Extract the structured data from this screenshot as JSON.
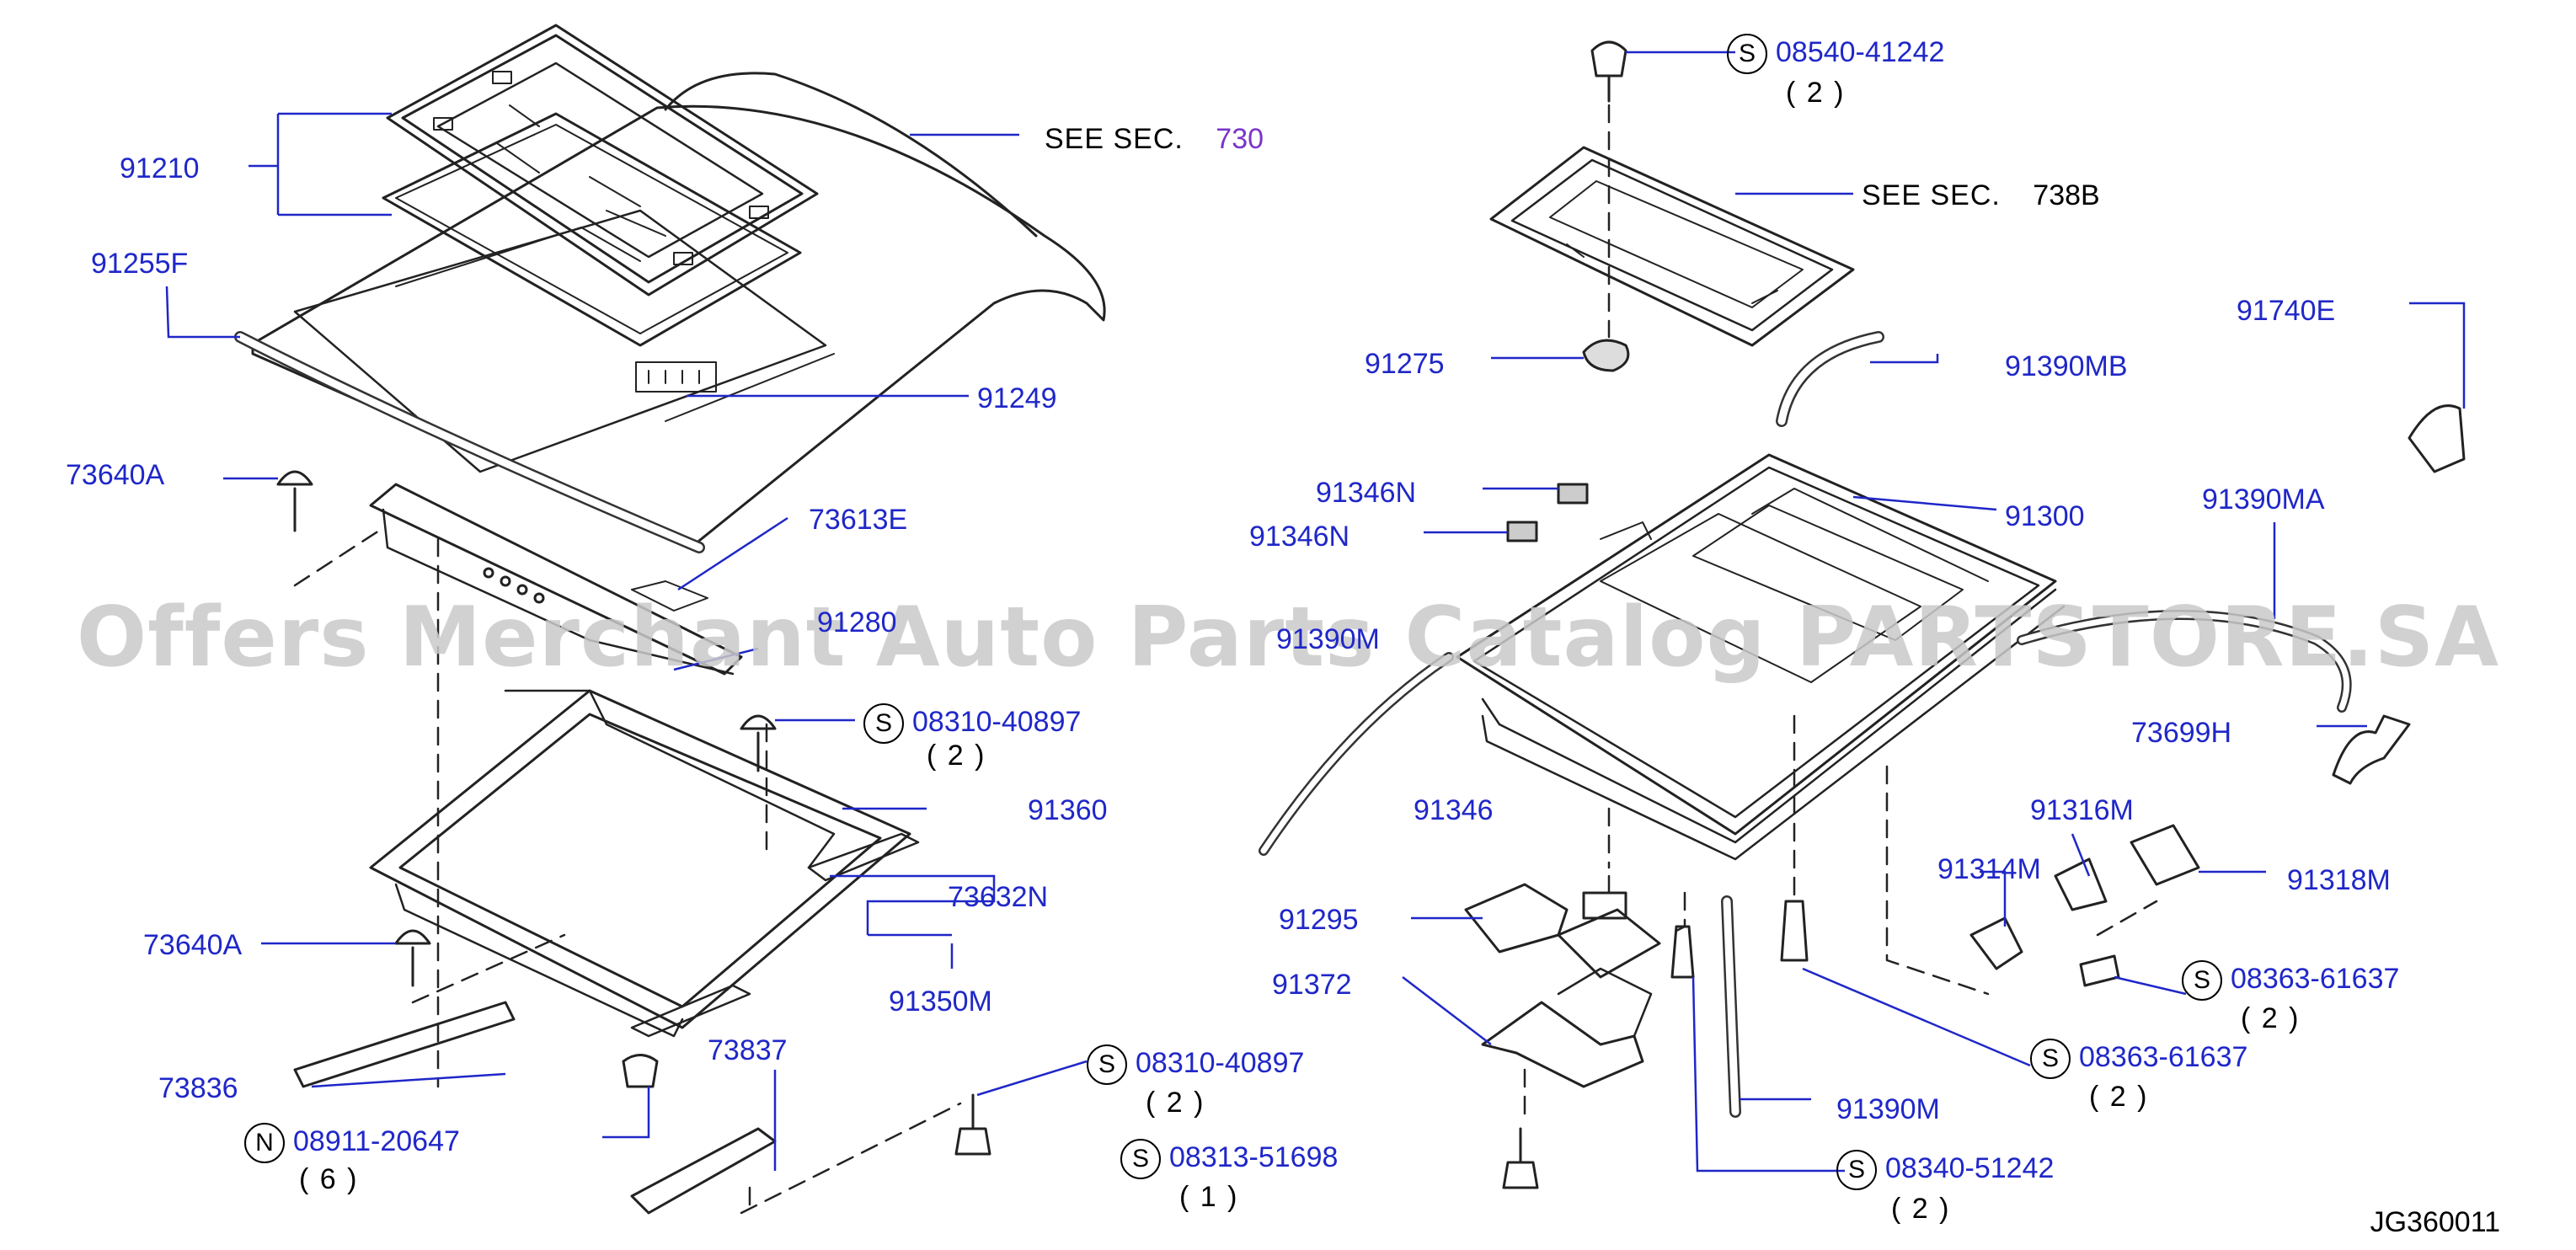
{
  "diagram": {
    "watermark": "Offers Merchant Auto Parts Catalog PARTSTORE.SA",
    "drawing_code": "JG360011",
    "colors": {
      "part_number": "#1f27c8",
      "section_link": "#7a35c9",
      "line": "#222222",
      "leader": "#1f27c8",
      "watermark": "#c9c9c9"
    },
    "see_sections": [
      {
        "prefix": "SEE   SEC.",
        "number": "730"
      },
      {
        "prefix": "SEE   SEC.",
        "number": "738B"
      }
    ],
    "part_labels": [
      "91210",
      "91255F",
      "91249",
      "73640A",
      "73613E",
      "91280",
      "91360",
      "73632N",
      "91350M",
      "73640A",
      "73836",
      "73837",
      "91275",
      "91390MB",
      "91740E",
      "91346N",
      "91346N",
      "91300",
      "91390MA",
      "91390M",
      "73699H",
      "91346",
      "91316M",
      "91314M",
      "91318M",
      "91295",
      "91372",
      "91390M"
    ],
    "fasteners": [
      {
        "symbol": "S",
        "number": "08540-41242",
        "qty": "( 2 )"
      },
      {
        "symbol": "S",
        "number": "08310-40897",
        "qty": "( 2 )"
      },
      {
        "symbol": "S",
        "number": "08310-40897",
        "qty": "( 2 )"
      },
      {
        "symbol": "S",
        "number": "08313-51698",
        "qty": "( 1 )"
      },
      {
        "symbol": "N",
        "number": "08911-20647",
        "qty": "( 6 )"
      },
      {
        "symbol": "S",
        "number": "08363-61637",
        "qty": "( 2 )"
      },
      {
        "symbol": "S",
        "number": "08363-61637",
        "qty": "( 2 )"
      },
      {
        "symbol": "S",
        "number": "08340-51242",
        "qty": "( 2 )"
      }
    ]
  }
}
